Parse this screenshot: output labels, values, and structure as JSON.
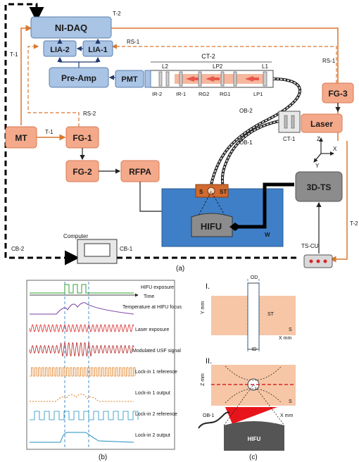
{
  "panel_a": {
    "caption": "(a)",
    "boxes": {
      "nidaq": "NI-DAQ",
      "lia2": "LIA-2",
      "lia1": "LIA-1",
      "preamp": "Pre-Amp",
      "pmt": "PMT",
      "fg3": "FG-3",
      "laser": "Laser",
      "mt": "MT",
      "fg1": "FG-1",
      "fg2": "FG-2",
      "rfpa": "RFPA",
      "ts3d": "3D-TS",
      "hifu": "HIFU"
    },
    "labels": {
      "t2_top": "T-2",
      "t1_left": "T-1",
      "rs1": "RS-1",
      "rs1_right": "RS-1",
      "ct2": "CT-2",
      "rs2": "RS-2",
      "ob2": "OB-2",
      "ob1": "OB-1",
      "ct1": "CT-1",
      "t1_mid": "T-1",
      "t2_right": "T-2",
      "cb2": "CB-2",
      "cb1": "CB-1",
      "computer": "Computer",
      "tscu": "TS-CU",
      "w": "W",
      "s": "S",
      "st": "ST",
      "axis_z": "Z",
      "axis_x": "X",
      "axis_y": "Y"
    },
    "optics_top": [
      "L2",
      "LP2",
      "L1"
    ],
    "optics_bottom": [
      "IR-2",
      "IR-1",
      "RG2",
      "RG1",
      "LP1"
    ]
  },
  "panel_b": {
    "caption": "(b)",
    "traces": [
      {
        "label": "HIFU exposure",
        "color": "#2ca02c"
      },
      {
        "label": "Time",
        "color": "#000000"
      },
      {
        "label": "Temperature at HIFU focus",
        "color": "#7a3fa0"
      },
      {
        "label": "Laser exposure",
        "color": "#d62728"
      },
      {
        "label": "Modulated USF signal",
        "color": "#b22222"
      },
      {
        "label": "Lock-in 1 reference",
        "color": "#e07b1a"
      },
      {
        "label": "Lock-in 1 output",
        "color": "#e07b1a"
      },
      {
        "label": "Lock-in 2 reference",
        "color": "#1f8fbf"
      },
      {
        "label": "Lock-in 2 output",
        "color": "#1f8fbf"
      }
    ]
  },
  "panel_c": {
    "caption": "(c)",
    "section_1": "I.",
    "section_2": "II.",
    "od": "OD",
    "id": "ID",
    "st": "ST",
    "s1": "S",
    "s2": "S",
    "y_mm": "Y mm",
    "x_mm_1": "X mm",
    "z_mm": "Z mm",
    "x_mm_2": "X mm",
    "ob1": "OB-1",
    "hifu": "HIFU"
  }
}
